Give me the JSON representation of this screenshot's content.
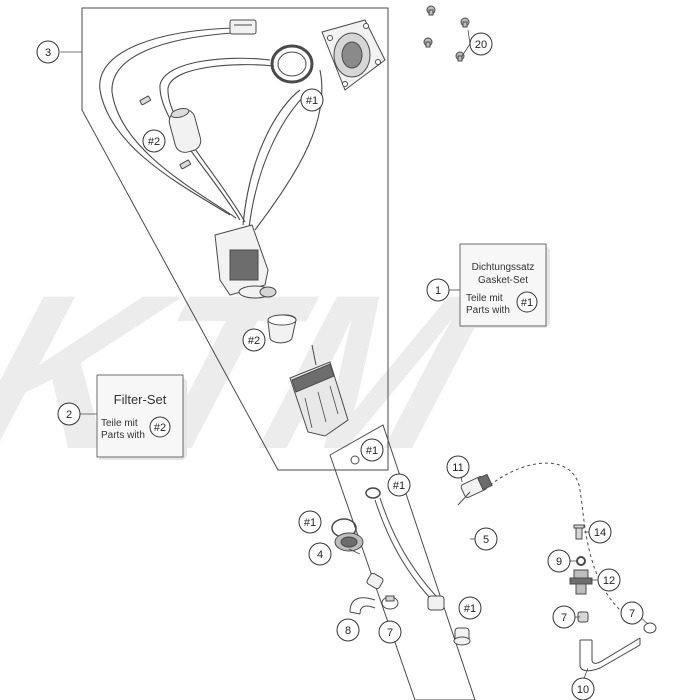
{
  "watermark": {
    "text": "KTM",
    "color": "#ececec"
  },
  "colors": {
    "line": "#4a4a4a",
    "part_fill": "#f2f2f2",
    "part_dark": "#6d6d6d",
    "box_fill": "#f7f7f7"
  },
  "callouts": {
    "c1": "1",
    "c2": "2",
    "c3": "3",
    "c4": "4",
    "c5": "5",
    "c7a": "7",
    "c7b": "7",
    "c7c": "7",
    "c8": "8",
    "c9": "9",
    "c10": "10",
    "c11": "11",
    "c12": "12",
    "c14": "14",
    "c20": "20"
  },
  "refs": {
    "r1a": "#1",
    "r1b": "#1",
    "r1c": "#1",
    "r1d": "#1",
    "r1e": "#1",
    "r2a": "#2",
    "r2b": "#2"
  },
  "gasket_set": {
    "title_de": "Dichtungssatz",
    "title_en": "Gasket-Set",
    "parts_de": "Teile mit",
    "parts_en": "Parts with",
    "ref": "#1"
  },
  "filter_set": {
    "title": "Filter-Set",
    "parts_de": "Teile mit",
    "parts_en": "Parts with",
    "ref": "#2"
  }
}
